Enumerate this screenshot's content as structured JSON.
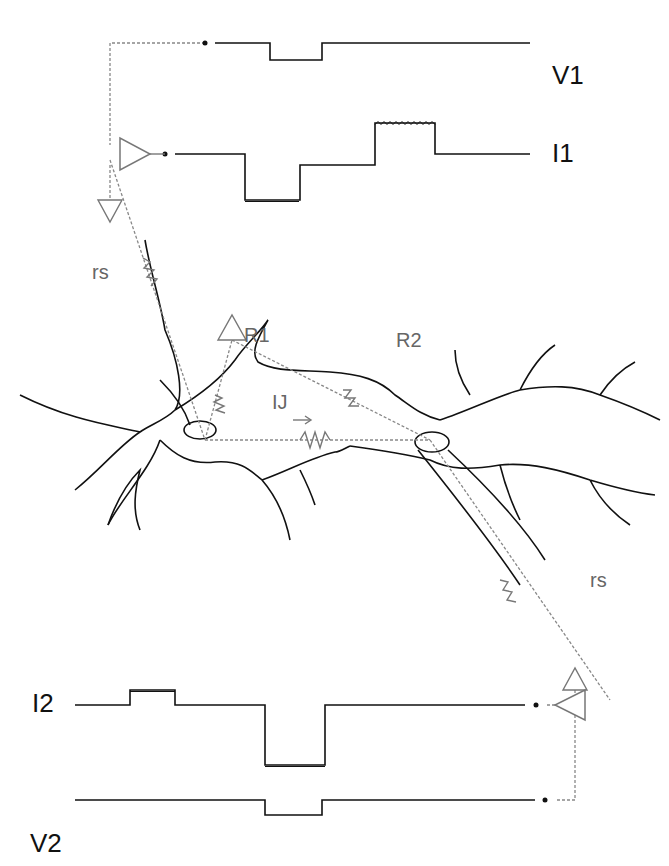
{
  "diagram": {
    "labels": [
      "V1",
      "I1",
      "rs",
      "R1",
      "IJ",
      "R2",
      "rs",
      "I2",
      "V2"
    ]
  }
}
